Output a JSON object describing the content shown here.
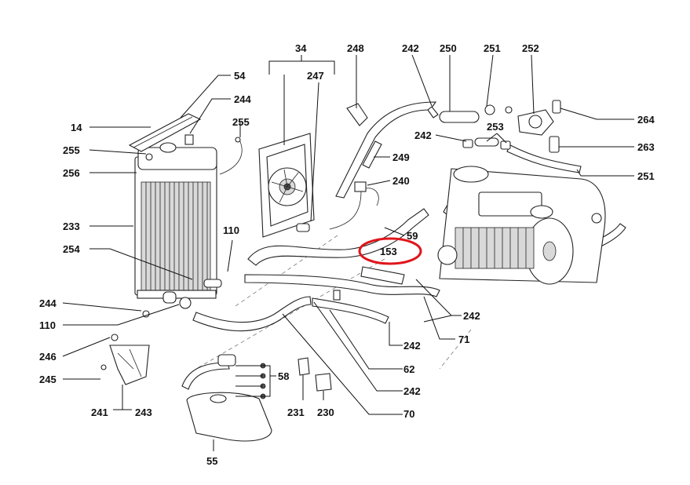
{
  "diagram": {
    "labels": {
      "l34": "34",
      "l248": "248",
      "l242a": "242",
      "l250": "250",
      "l251a": "251",
      "l252": "252",
      "l54": "54",
      "l247": "247",
      "l244a": "244",
      "l255a": "255",
      "l14": "14",
      "l264": "264",
      "l253": "253",
      "l242b": "242",
      "l263": "263",
      "l255b": "255",
      "l256": "256",
      "l249": "249",
      "l251b": "251",
      "l240": "240",
      "l233": "233",
      "l110a": "110",
      "l59": "59",
      "l254": "254",
      "l153": "153",
      "l244b": "244",
      "l242c": "242",
      "l110b": "110",
      "l71": "71",
      "l246": "246",
      "l242d": "242",
      "l62": "62",
      "l245": "245",
      "l58": "58",
      "l242e": "242",
      "l241": "241",
      "l243": "243",
      "l231": "231",
      "l230": "230",
      "l70": "70",
      "l55": "55"
    },
    "highlight": {
      "target": "153",
      "color": "#e0161b"
    },
    "line_color": "#111111"
  }
}
